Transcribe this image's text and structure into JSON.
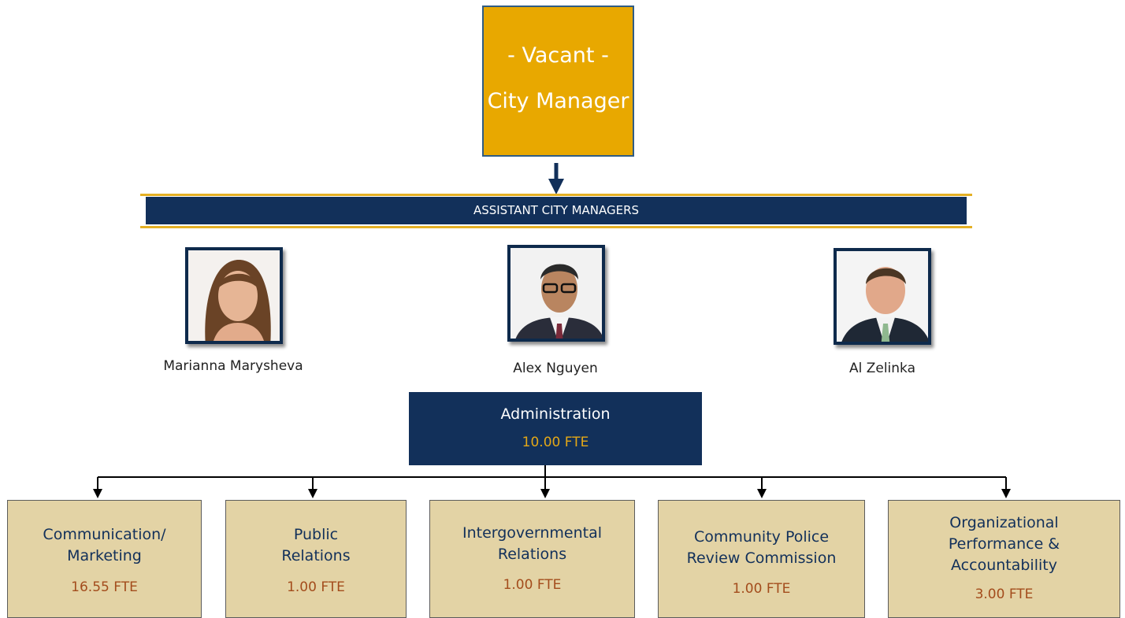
{
  "city_manager": {
    "status": "- Vacant -",
    "title": "City Manager"
  },
  "banner": {
    "label": "ASSISTANT CITY MANAGERS"
  },
  "assistants": [
    {
      "name": "Marianna Marysheva"
    },
    {
      "name": "Alex Nguyen"
    },
    {
      "name": "Al Zelinka"
    }
  ],
  "administration": {
    "title": "Administration",
    "fte": "10.00 FTE"
  },
  "departments": [
    {
      "title": "Communication/ Marketing",
      "fte": "16.55 FTE"
    },
    {
      "title": "Public Relations",
      "fte": "1.00 FTE"
    },
    {
      "title": "Intergovernmental Relations",
      "fte": "1.00 FTE"
    },
    {
      "title": "Community Police Review Commission",
      "fte": "1.00 FTE"
    },
    {
      "title": "Organizational Performance & Accountability",
      "fte": "3.00 FTE"
    }
  ],
  "colors": {
    "navy": "#12305a",
    "gold": "#e8a800",
    "tan": "#e3d3a5",
    "fte_brown": "#a34c1c",
    "fte_gold": "#e4a817"
  }
}
